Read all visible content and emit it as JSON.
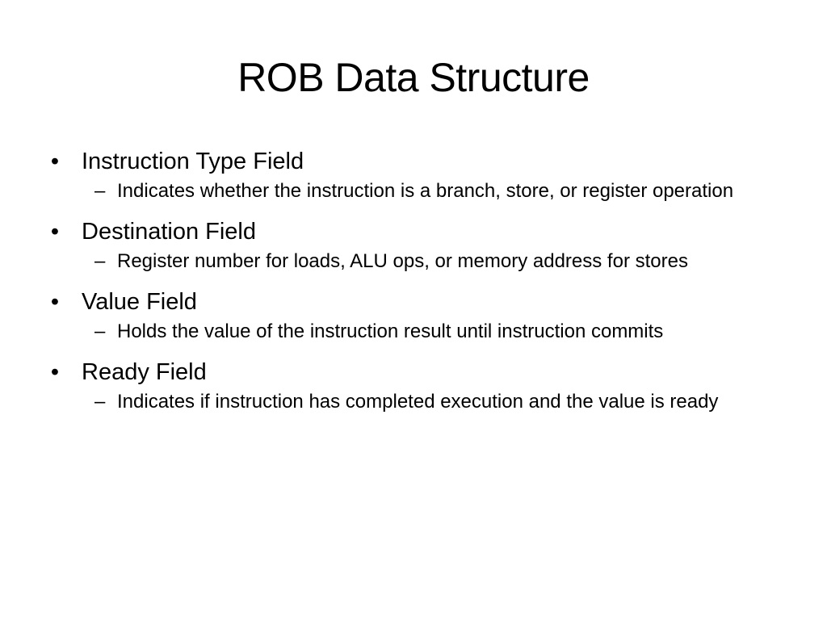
{
  "slide": {
    "title": "ROB Data Structure",
    "bullet_marker": "•",
    "sub_marker": "–",
    "items": [
      {
        "label": "Instruction Type Field",
        "sub": "Indicates whether the instruction is a branch, store, or register operation"
      },
      {
        "label": "Destination Field",
        "sub": "Register number for loads, ALU ops, or memory address for stores"
      },
      {
        "label": "Value Field",
        "sub": "Holds the value of the instruction result until instruction commits"
      },
      {
        "label": "Ready Field",
        "sub": "Indicates if instruction has completed execution and the value is ready"
      }
    ]
  }
}
